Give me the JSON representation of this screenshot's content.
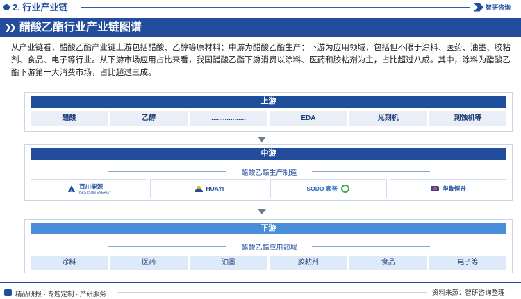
{
  "header": {
    "section_title": "2. 行业产业链",
    "logo_text": "智研咨询"
  },
  "banner": {
    "title": "醋酸乙酯行业产业链图谱"
  },
  "intro": "从产业链看，醋酸乙酯产业链上游包括醋酸、乙醇等原材料；中游为醋酸乙酯生产；下游为应用领域，包括但不限于涂料、医药、油墨、胶粘剂、食品、电子等行业。从下游市场应用占比来看，我国醋酸乙酯下游消费以涂料、医药和胶粘剂为主，占比超过八成。其中，涂料为醋酸乙酯下游第一大消费市场，占比超过三成。",
  "upstream": {
    "title": "上游",
    "items": [
      "醋酸",
      "乙醇",
      "..................",
      "EDA",
      "光刻机",
      "刻蚀机等"
    ]
  },
  "midstream": {
    "title": "中游",
    "subtitle": "醋酸乙酯生产制造",
    "companies": [
      {
        "name": "百川能源",
        "sub": "BESTSUN ENERGY",
        "color": "#1f4e9c",
        "icon": "bestsun-logo-icon"
      },
      {
        "name": "HUAYI",
        "sub": "",
        "color": "#1f4e9c",
        "icon": "huayi-logo-icon"
      },
      {
        "name": "SODO 索普",
        "sub": "",
        "color": "#2b6cc4",
        "icon": "sopo-logo-icon"
      },
      {
        "name": "华鲁恒升",
        "sub": "",
        "color": "#1f4e9c",
        "icon": "hualu-logo-icon"
      }
    ]
  },
  "downstream": {
    "title": "下游",
    "subtitle": "醋酸乙酯应用领域",
    "items": [
      "涂料",
      "医药",
      "油墨",
      "胶粘剂",
      "食品",
      "电子等"
    ]
  },
  "footer": {
    "left": "精品研报 · 专题定制 · 产研服务",
    "right": "资料来源：智研咨询整理"
  }
}
